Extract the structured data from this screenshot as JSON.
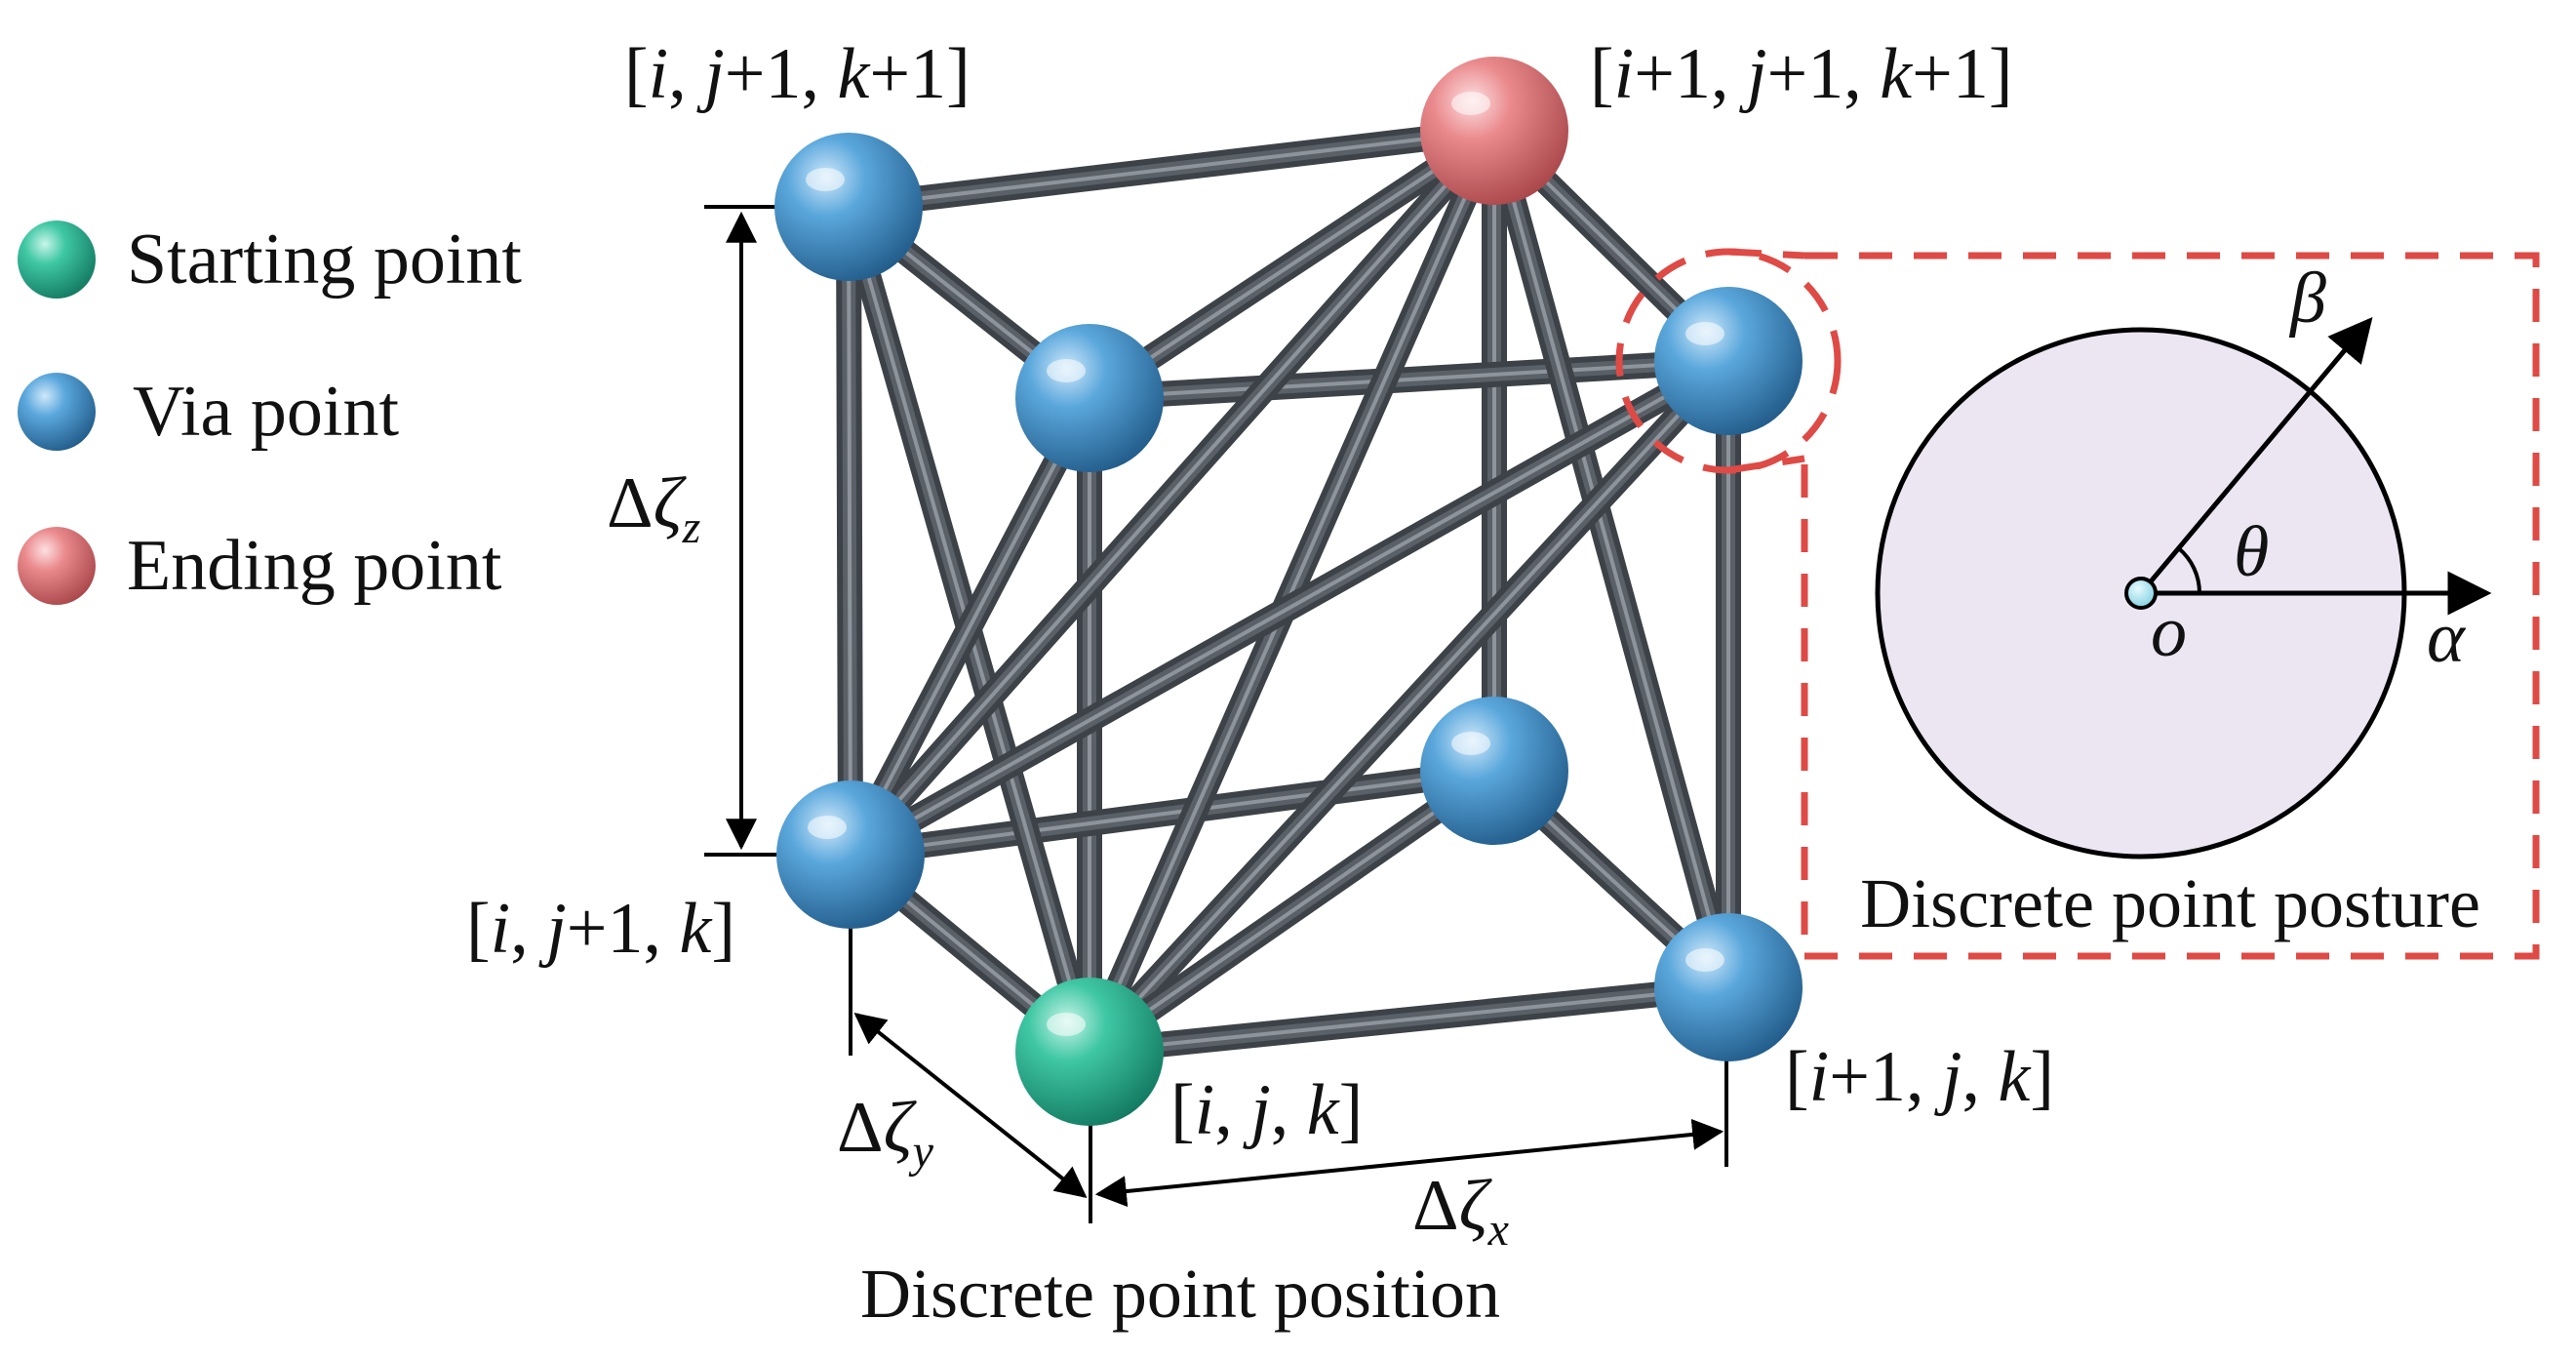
{
  "legend": [
    {
      "label": "Starting point",
      "color": "#2fb596"
    },
    {
      "label": "Via point",
      "color": "#4d97cc"
    },
    {
      "label": "Ending point",
      "color": "#e27d80"
    }
  ],
  "node_labels": {
    "top_back_left": {
      "p1": "[",
      "i": "i",
      "p2": ", ",
      "j": "j",
      "p3": "+1, ",
      "k": "k",
      "p4": "+1]"
    },
    "top_back_right": {
      "p0": "[",
      "i": "i",
      "p1": "+1, ",
      "j": "j",
      "p2": "+1, ",
      "k": "k",
      "p3": "+1]"
    },
    "bottom_back_left": {
      "p1": "[",
      "i": "i",
      "p2": ", ",
      "j": "j",
      "p3": "+1, ",
      "k": "k",
      "p4": "]"
    },
    "bottom_front_left": {
      "p1": "[",
      "i": "i",
      "p2": ", ",
      "j": "j",
      "p3": ", ",
      "k": "k",
      "p4": "]"
    },
    "bottom_front_right": {
      "p1": "[",
      "i": "i",
      "p2": "+1, ",
      "j": "j",
      "p3": ", ",
      "k": "k",
      "p4": "]"
    }
  },
  "dimensions": {
    "z": {
      "delta": "Δ",
      "zeta": "ζ",
      "sub": "z"
    },
    "y": {
      "delta": "Δ",
      "zeta": "ζ",
      "sub": "y"
    },
    "x": {
      "delta": "Δ",
      "zeta": "ζ",
      "sub": "x"
    }
  },
  "posture": {
    "beta": "β",
    "alpha": "α",
    "theta": "θ",
    "origin": "o",
    "angle_deg": 50,
    "circle_fill": "#ece6f3",
    "box_color": "#de4a45"
  },
  "captions": {
    "position": "Discrete point position",
    "posture": "Discrete point posture"
  },
  "colors": {
    "rod": "#5a6068",
    "start": "#2fb596",
    "via": "#4d97cc",
    "end": "#e27d80"
  }
}
